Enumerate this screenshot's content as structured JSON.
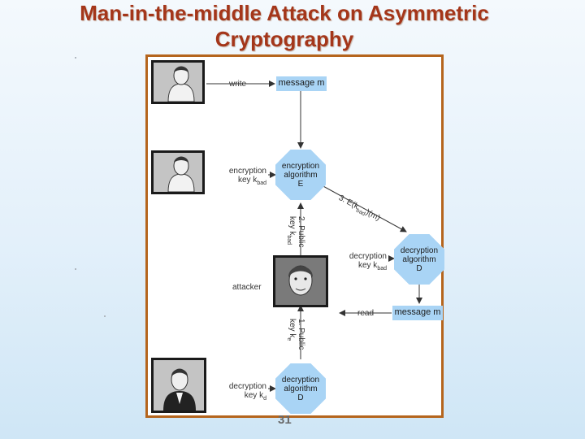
{
  "slide": {
    "title": "Man-in-the-middle Attack on Asymmetric Cryptography",
    "page_number": "31"
  },
  "diagram": {
    "write_label": "write",
    "message_top": "message m",
    "encryption_key_label": "encryption\nkey k",
    "encryption_key_sub": "bad",
    "encryption_node": "encryption\nalgorithm\nE",
    "step3_label": "3. E(k",
    "step3_sub": "bad",
    "step3_tail": ")(m)",
    "step2_label": "2. Public\nkey k",
    "step2_sub": "bad",
    "decryption_key_bad_label": "decryption\nkey k",
    "decryption_key_bad_sub": "bad",
    "decryption_node_mid": "decryption\nalgorithm\nD",
    "attacker_label": "attacker",
    "read_label": "read",
    "message_bottom": "message m",
    "step1_label": "1. Public\nkey k",
    "step1_sub": "e",
    "decryption_key_d_label": "decryption\nkey k",
    "decryption_key_d_sub": "d",
    "decryption_node_bottom": "decryption\nalgorithm\nD"
  },
  "colors": {
    "title": "#a4361a",
    "frame": "#b5651d",
    "node_fill": "#a9d4f5"
  }
}
